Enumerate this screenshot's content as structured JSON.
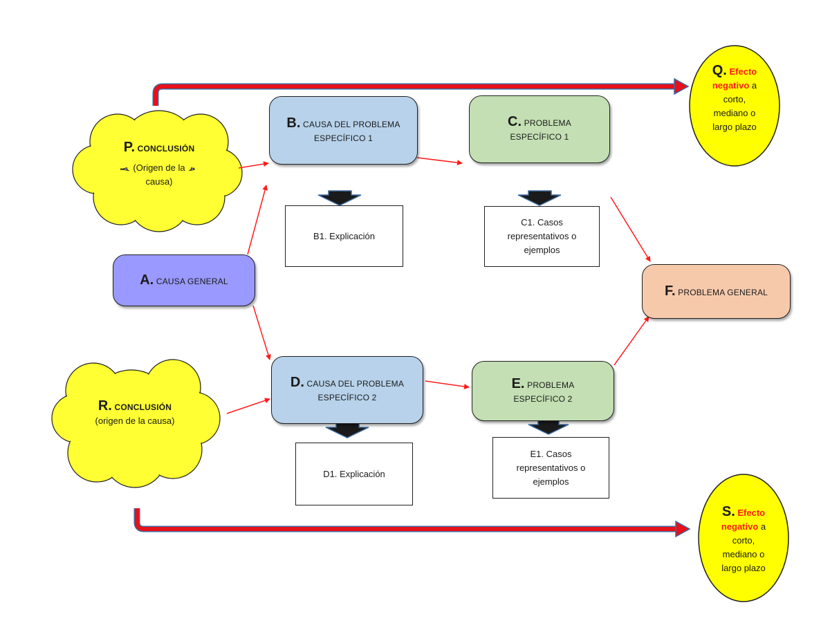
{
  "colors": {
    "general_cause": "#9999ff",
    "specific_cause": "#b7d2ea",
    "specific_problem": "#c3dfb3",
    "general_problem": "#f7c9ab",
    "conclusion": "#ffff33",
    "effect": "#ffff00",
    "arrow_red": "#ff1a1a",
    "down_arrow": "#1a1a1a",
    "down_arrow_edge": "#3b6aa0"
  },
  "nodes": {
    "a": {
      "letter": "A.",
      "text": "CAUSA GENERAL"
    },
    "b": {
      "letter": "B.",
      "line1": "CAUSA DEL PROBLEMA",
      "line2": "ESPECÍFICO 1"
    },
    "b1": {
      "text": "B1. Explicación"
    },
    "c": {
      "letter": "C.",
      "line1": "PROBLEMA",
      "line2": "ESPECÍFICO 1"
    },
    "c1": {
      "line1": "C1. Casos",
      "line2": "representativos o",
      "line3": "ejemplos"
    },
    "d": {
      "letter": "D.",
      "line1": "CAUSA DEL PROBLEMA",
      "line2": "ESPECÍFICO 2"
    },
    "d1": {
      "text": "D1. Explicación"
    },
    "e": {
      "letter": "E.",
      "line1": "PROBLEMA",
      "line2": "ESPECÍFICO 2"
    },
    "e1": {
      "line1": "E1. Casos",
      "line2": "representativos o",
      "line3": "ejemplos"
    },
    "f": {
      "letter": "F.",
      "text": "PROBLEMA GENERAL"
    },
    "p": {
      "letter": "P.",
      "title": "CONCLUSIÓN",
      "line1": "(Origen de la",
      "line2": "causa)"
    },
    "r": {
      "letter": "R.",
      "title": "CONCLUSIÓN",
      "line1": "(origen de la causa)"
    },
    "q": {
      "letter": "Q.",
      "red1": "Efecto",
      "red2": "negativo",
      "after": "a",
      "line3": "corto,",
      "line4": "mediano o",
      "line5": "largo plazo"
    },
    "s": {
      "letter": "S.",
      "red1": "Efecto",
      "red2": "negativo",
      "after": "a",
      "line3": "corto,",
      "line4": "mediano o",
      "line5": "largo plazo"
    }
  }
}
